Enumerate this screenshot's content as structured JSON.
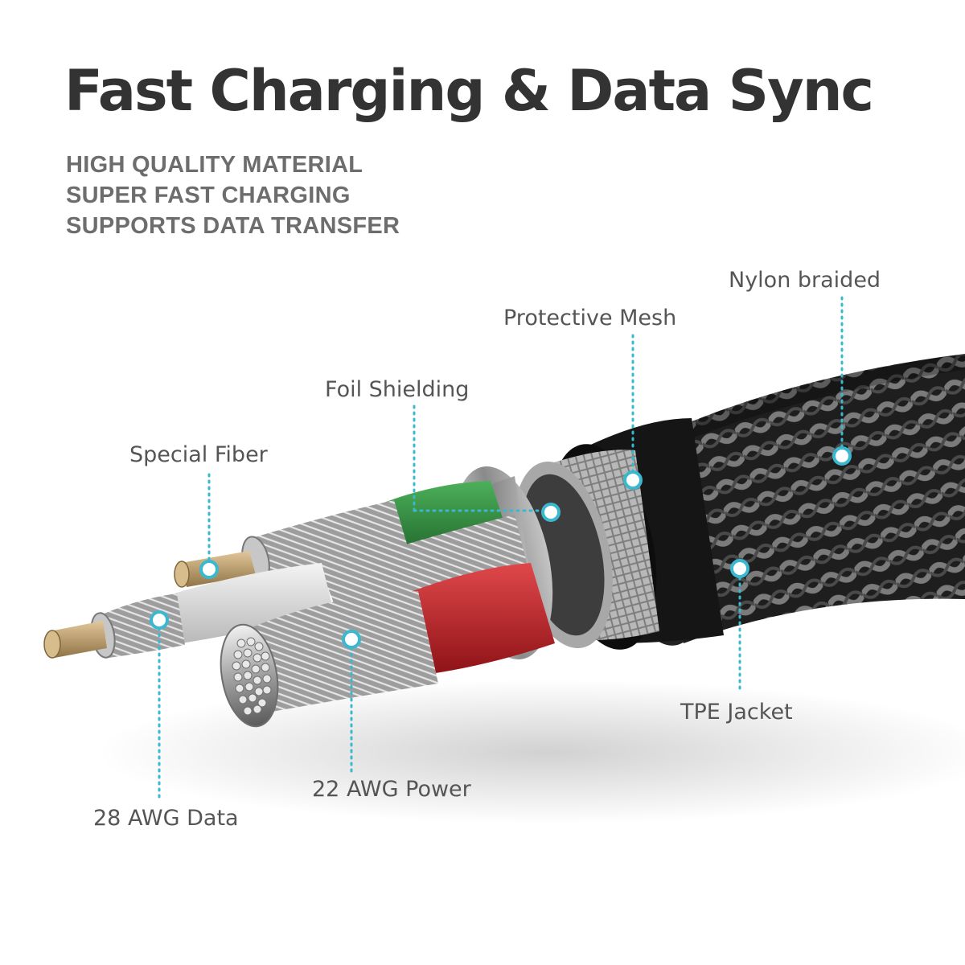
{
  "header": {
    "title": "Fast Charging & Data Sync",
    "features": [
      "HIGH QUALITY MATERIAL",
      "SUPER FAST CHARGING",
      "SUPPORTS DATA TRANSFER"
    ]
  },
  "callouts": {
    "nylon_braided": "Nylon braided",
    "protective_mesh": "Protective Mesh",
    "foil_shielding": "Foil Shielding",
    "special_fiber": "Special Fiber",
    "tpe_jacket": "TPE Jacket",
    "power_wire": "22 AWG Power",
    "data_wire": "28 AWG Data"
  },
  "colors": {
    "title": "#333333",
    "feature_text": "#6d6d6d",
    "callout_accent": "#3ab8d0",
    "power_insulation": "#c8282c",
    "ground_insulation": "#2e8b3a",
    "braid": "#2a2a2a"
  }
}
